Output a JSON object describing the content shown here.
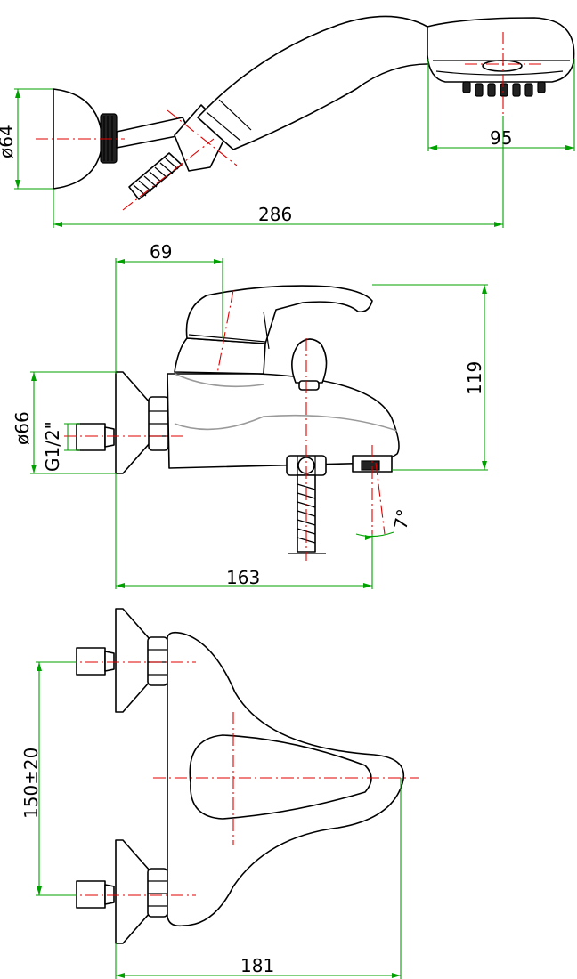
{
  "top_view": {
    "dim_diameter_wall": "ø64",
    "dim_head_length": "95",
    "dim_total_length": "286"
  },
  "side_view": {
    "dim_inlet_to_lever": "69",
    "dim_height": "119",
    "dim_diameter_cover": "ø66",
    "dim_thread": "G1/2\"",
    "dim_angle": "7°",
    "dim_depth": "163"
  },
  "plan_view": {
    "dim_centers": "150±20",
    "dim_width": "181"
  },
  "colors": {
    "outline": "#000000",
    "dimension": "#00a000",
    "axis": "#e00000"
  }
}
